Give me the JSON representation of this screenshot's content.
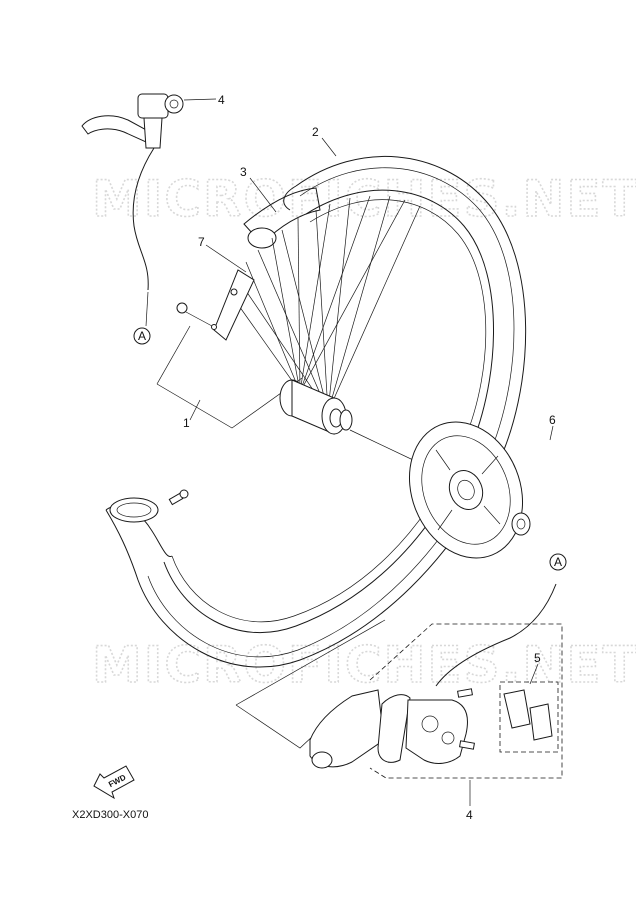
{
  "watermarks": [
    "MICROFICHES.NET",
    "MICROFICHES.NET"
  ],
  "callouts": {
    "c1": "1",
    "c2": "2",
    "c3": "3",
    "c4_lever": "4",
    "c4_caliper": "4",
    "c5": "5",
    "c6": "6",
    "c7": "7",
    "ref_a_top": "A",
    "ref_a_bottom": "A"
  },
  "fwd_label": "FWD",
  "diagram_code": "X2XD300-X070"
}
